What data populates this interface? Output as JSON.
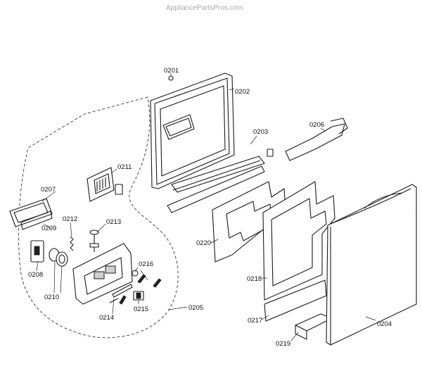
{
  "watermark": "AppliancePartsPros.com",
  "labels": {
    "p0201": "0201",
    "p0202": "0202",
    "p0203": "0203",
    "p0204": "0204",
    "p0205": "0205",
    "p0206": "0206",
    "p0207": "0207",
    "p0208": "0208",
    "p0209": "0209",
    "p0210": "0210",
    "p0211": "0211",
    "p0212": "0212",
    "p0213": "0213",
    "p0214": "0214",
    "p0215": "0215",
    "p0216": "0216",
    "p0217": "0217",
    "p0218": "0218",
    "p0219": "0219",
    "p0220": "0220"
  }
}
